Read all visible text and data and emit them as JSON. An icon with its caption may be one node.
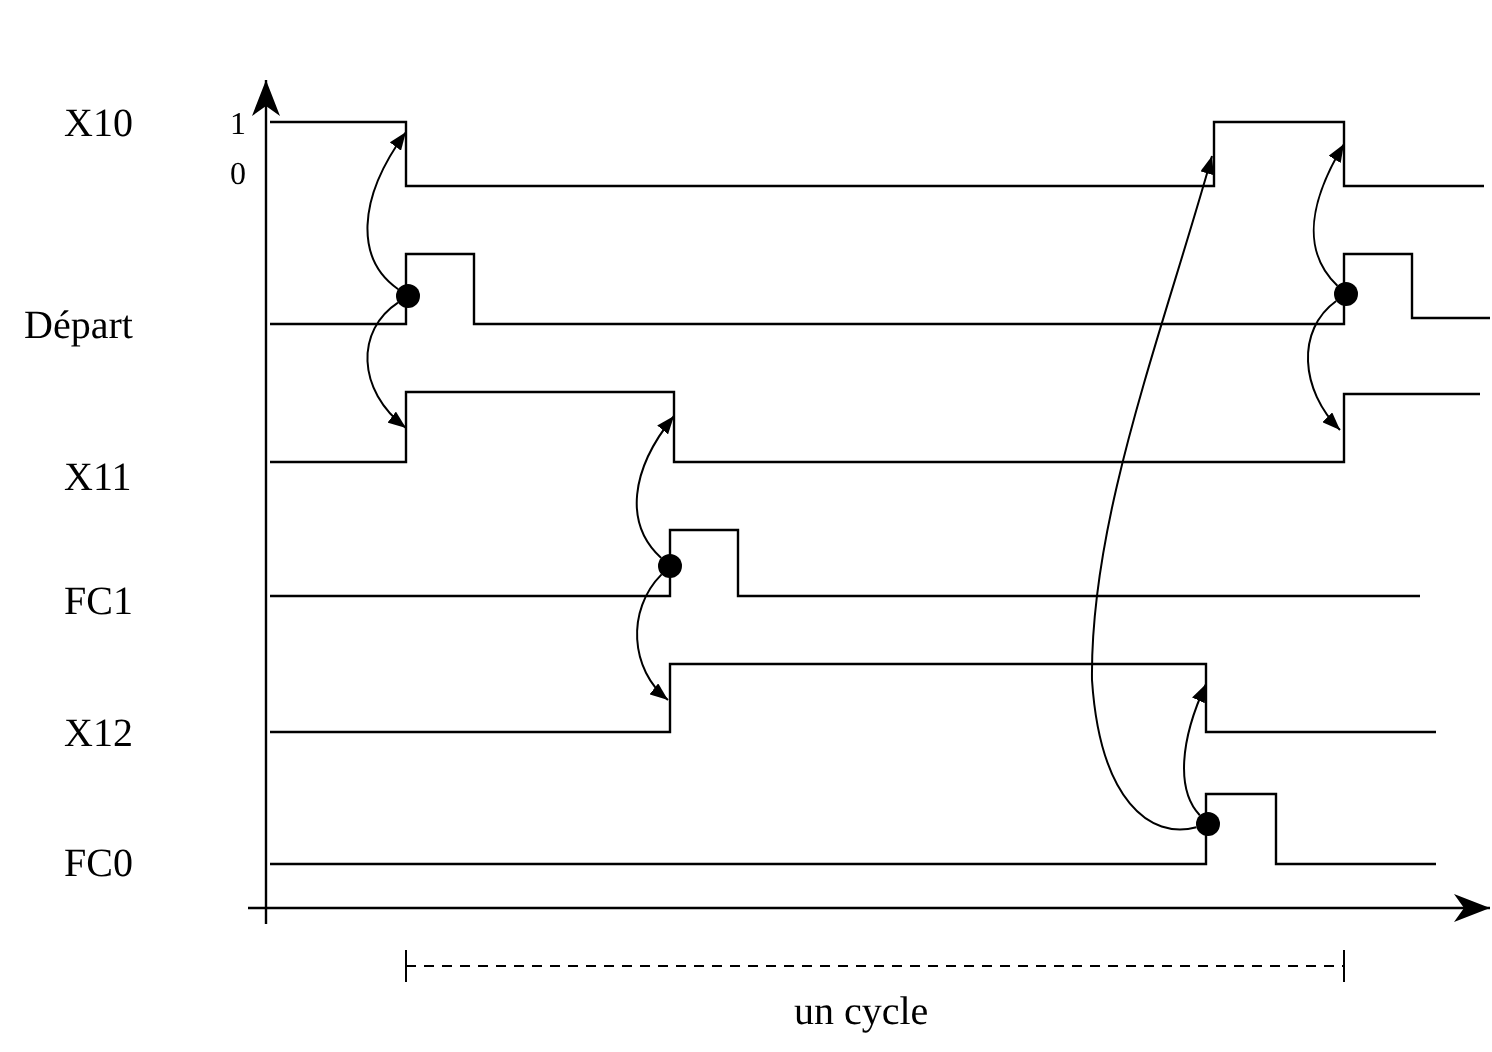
{
  "diagram": {
    "nodes": [
      {
        "text": [],
        "shape": "circle"
      },
      {
        "text": [],
        "shape": "circle"
      },
      {
        "text": [],
        "shape": "circle"
      },
      {
        "text": [],
        "shape": "circle"
      }
    ],
    "edges": [
      {
        "from": 0,
        "to": null,
        "arrow": "to"
      },
      {
        "from": 0,
        "to": null,
        "arrow": "to"
      },
      {
        "from": 1,
        "to": null,
        "arrow": "to"
      },
      {
        "from": 1,
        "to": null,
        "arrow": "to"
      },
      {
        "from": 2,
        "to": null,
        "arrow": "to"
      },
      {
        "from": 2,
        "to": null,
        "arrow": "to"
      },
      {
        "from": 3,
        "to": null,
        "arrow": "to"
      },
      {
        "from": 3,
        "to": null,
        "arrow": "to"
      }
    ],
    "labels": [
      "X10",
      "1",
      "0",
      "Départ",
      "X11",
      "FC1",
      "X12",
      "FC0",
      "un cycle"
    ]
  }
}
